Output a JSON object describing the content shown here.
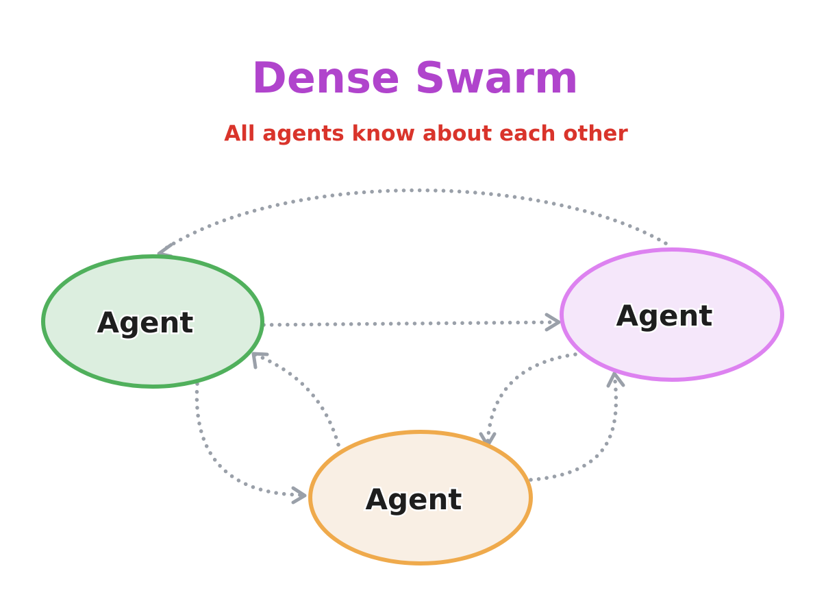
{
  "title": "Dense Swarm",
  "subtitle": "All agents know about each other",
  "colors": {
    "title": "#b044cc",
    "subtitle": "#d9342b",
    "connector": "#9aa0a9",
    "label": "#1e1e1e"
  },
  "nodes": [
    {
      "id": "left",
      "label": "Agent",
      "stroke": "#50b05c",
      "fill": "#dceedf"
    },
    {
      "id": "right",
      "label": "Agent",
      "stroke": "#dd82f0",
      "fill": "#f5e7fa"
    },
    {
      "id": "bottom",
      "label": "Agent",
      "stroke": "#efaa4c",
      "fill": "#f9efe4"
    }
  ],
  "edges": [
    {
      "from": "right",
      "to": "left"
    },
    {
      "from": "left",
      "to": "right"
    },
    {
      "from": "left",
      "to": "bottom"
    },
    {
      "from": "bottom",
      "to": "left"
    },
    {
      "from": "right",
      "to": "bottom"
    },
    {
      "from": "bottom",
      "to": "right"
    }
  ]
}
